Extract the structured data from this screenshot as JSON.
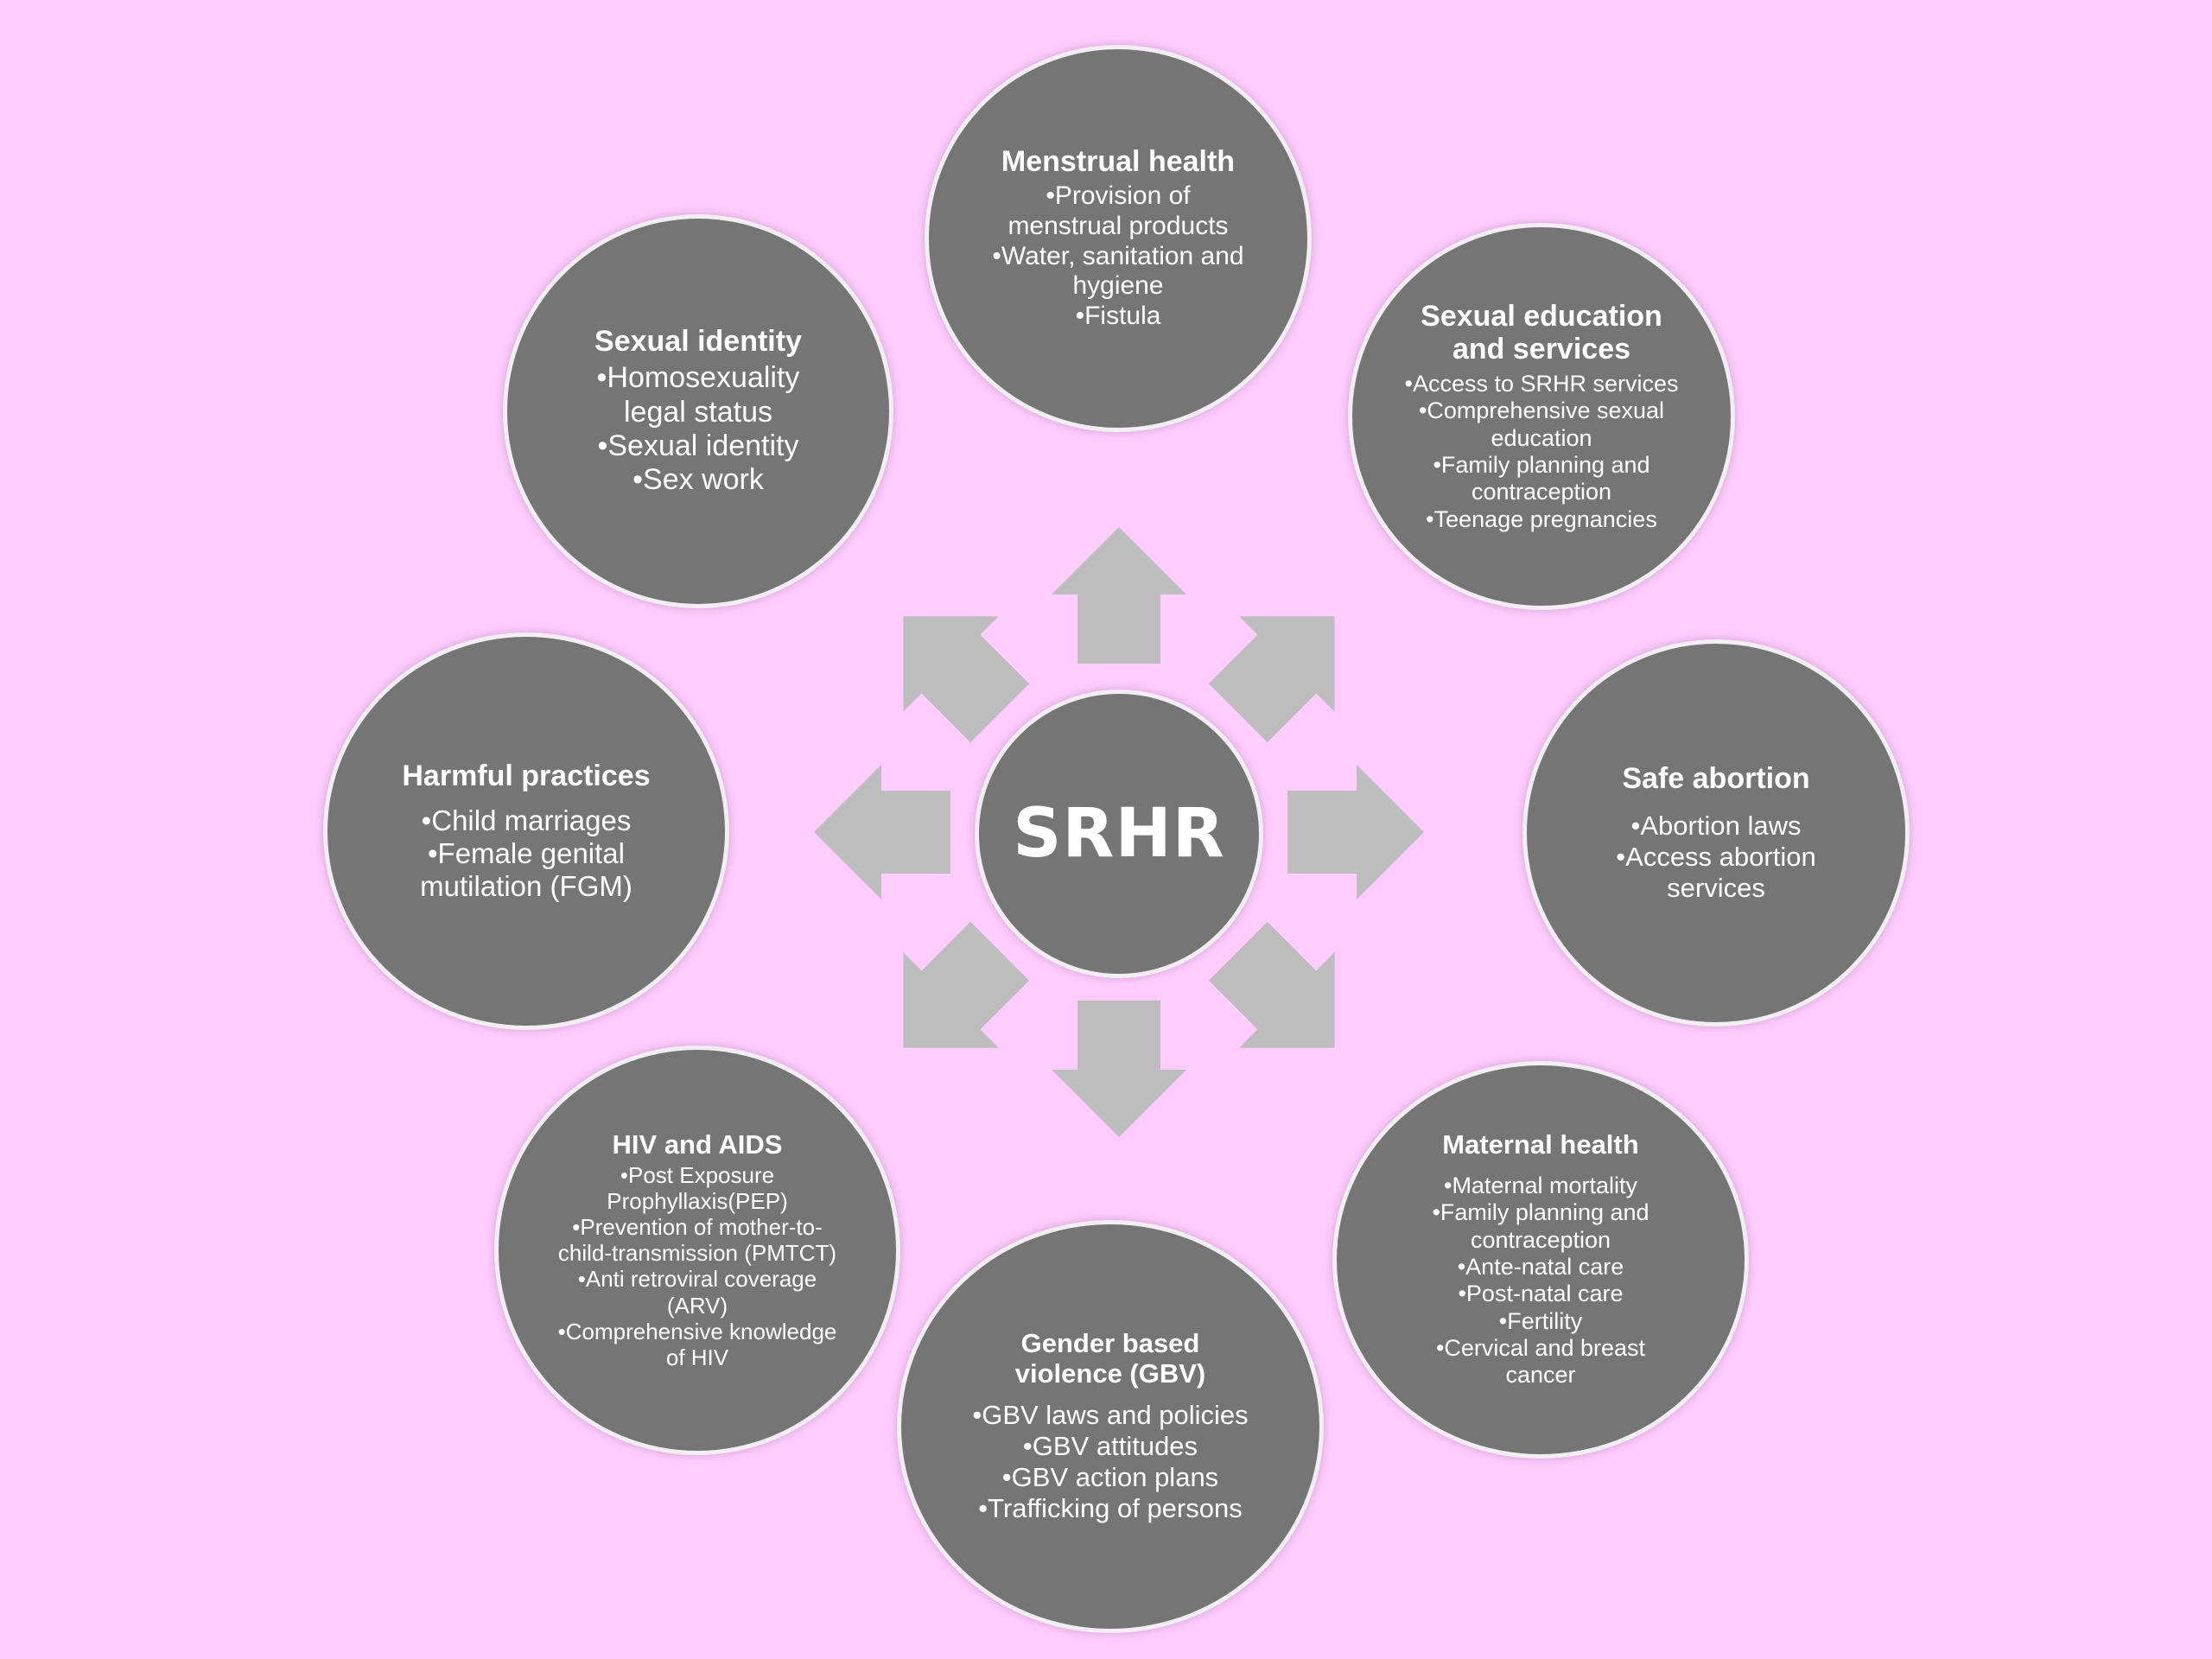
{
  "center": {
    "label": "SRHR"
  },
  "colors": {
    "background": "#ffccff",
    "circle": "#757575",
    "arrow": "#bdbdbd",
    "text": "#ffffff"
  },
  "nodes": [
    {
      "id": "menstrual-health",
      "title": "Menstrual health",
      "items": [
        "Provision of menstrual products",
        "Water, sanitation and hygiene",
        "Fistula"
      ]
    },
    {
      "id": "sexual-education",
      "title": "Sexual education and services",
      "items": [
        "Access to SRHR services",
        "Comprehensive sexual education",
        "Family planning and contraception",
        "Teenage pregnancies"
      ]
    },
    {
      "id": "safe-abortion",
      "title": "Safe abortion",
      "items": [
        "Abortion laws",
        "Access abortion services"
      ]
    },
    {
      "id": "maternal-health",
      "title": "Maternal health",
      "items": [
        "Maternal mortality",
        "Family planning and contraception",
        "Ante-natal care",
        "Post-natal care",
        "Fertility",
        "Cervical and breast cancer"
      ]
    },
    {
      "id": "gbv",
      "title": "Gender based violence (GBV)",
      "items": [
        "GBV laws and policies",
        "GBV attitudes",
        "GBV action plans",
        "Trafficking of persons"
      ]
    },
    {
      "id": "hiv-aids",
      "title": "HIV and AIDS",
      "items": [
        "Post Exposure Prophyllaxis(PEP)",
        "Prevention of mother-to-child-transmission (PMTCT)",
        "Anti retroviral coverage (ARV)",
        "Comprehensive knowledge of HIV"
      ]
    },
    {
      "id": "harmful-practices",
      "title": "Harmful practices",
      "items": [
        "Child marriages",
        "Female genital mutilation (FGM)"
      ]
    },
    {
      "id": "sexual-identity",
      "title": "Sexual identity",
      "items": [
        "Homosexuality legal status",
        "Sexual identity",
        "Sex work"
      ]
    }
  ]
}
